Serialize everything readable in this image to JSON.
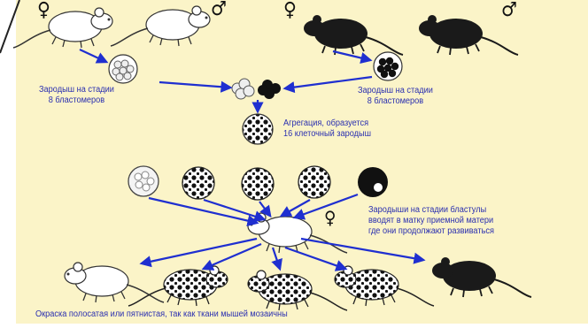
{
  "symbols": {
    "female": "♀",
    "male": "♂"
  },
  "captions": {
    "left_embryo": [
      "Зародыш на стадии",
      "8 бластомеров"
    ],
    "right_embryo": [
      "Зародыш на стадии",
      "8 бластомеров"
    ],
    "aggregation": [
      "Агрегация, образуется",
      "16 клеточный зародыш"
    ],
    "blastula": [
      "Зародыши на стадии бластулы",
      "вводят в матку приемной матери",
      "где они продолжают развиваться"
    ],
    "bottom": "Окраска полосатая или пятнистая, так как ткани мышей мозаичны"
  },
  "colors": {
    "background": "#fbf4c8",
    "arrow": "#1f2fd0",
    "text": "#2a2fb0",
    "dark_mouse": "#1a1a1a",
    "white_mouse": "#ffffff"
  }
}
